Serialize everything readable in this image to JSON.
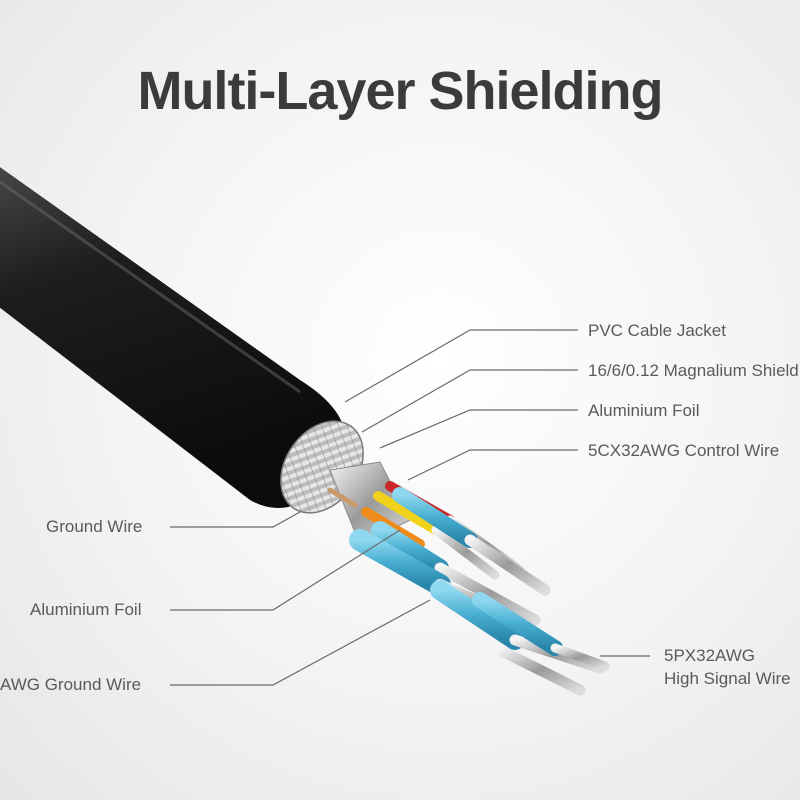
{
  "title": "Multi-Layer Shielding",
  "labels": {
    "pvc_cable_jacket": "PVC Cable Jacket",
    "magnalium_shield": "16/6/0.12 Magnalium Shield",
    "aluminium_foil_right": "Aluminium Foil",
    "control_wire": "5CX32AWG Control Wire",
    "ground_wire": "Ground Wire",
    "aluminium_foil_left": "Aluminium Foil",
    "awg_ground_wire": "AWG Ground Wire",
    "high_signal_wire_line1": "5PX32AWG",
    "high_signal_wire_line2": "High Signal Wire"
  },
  "colors": {
    "jacket": "#1b1b1b",
    "pair_sleeve": "#4fb6d6",
    "wire_red": "#c8282a",
    "wire_yellow": "#f1d21b",
    "wire_orange": "#ee8c1b",
    "leader_line": "#6a6a6a"
  }
}
